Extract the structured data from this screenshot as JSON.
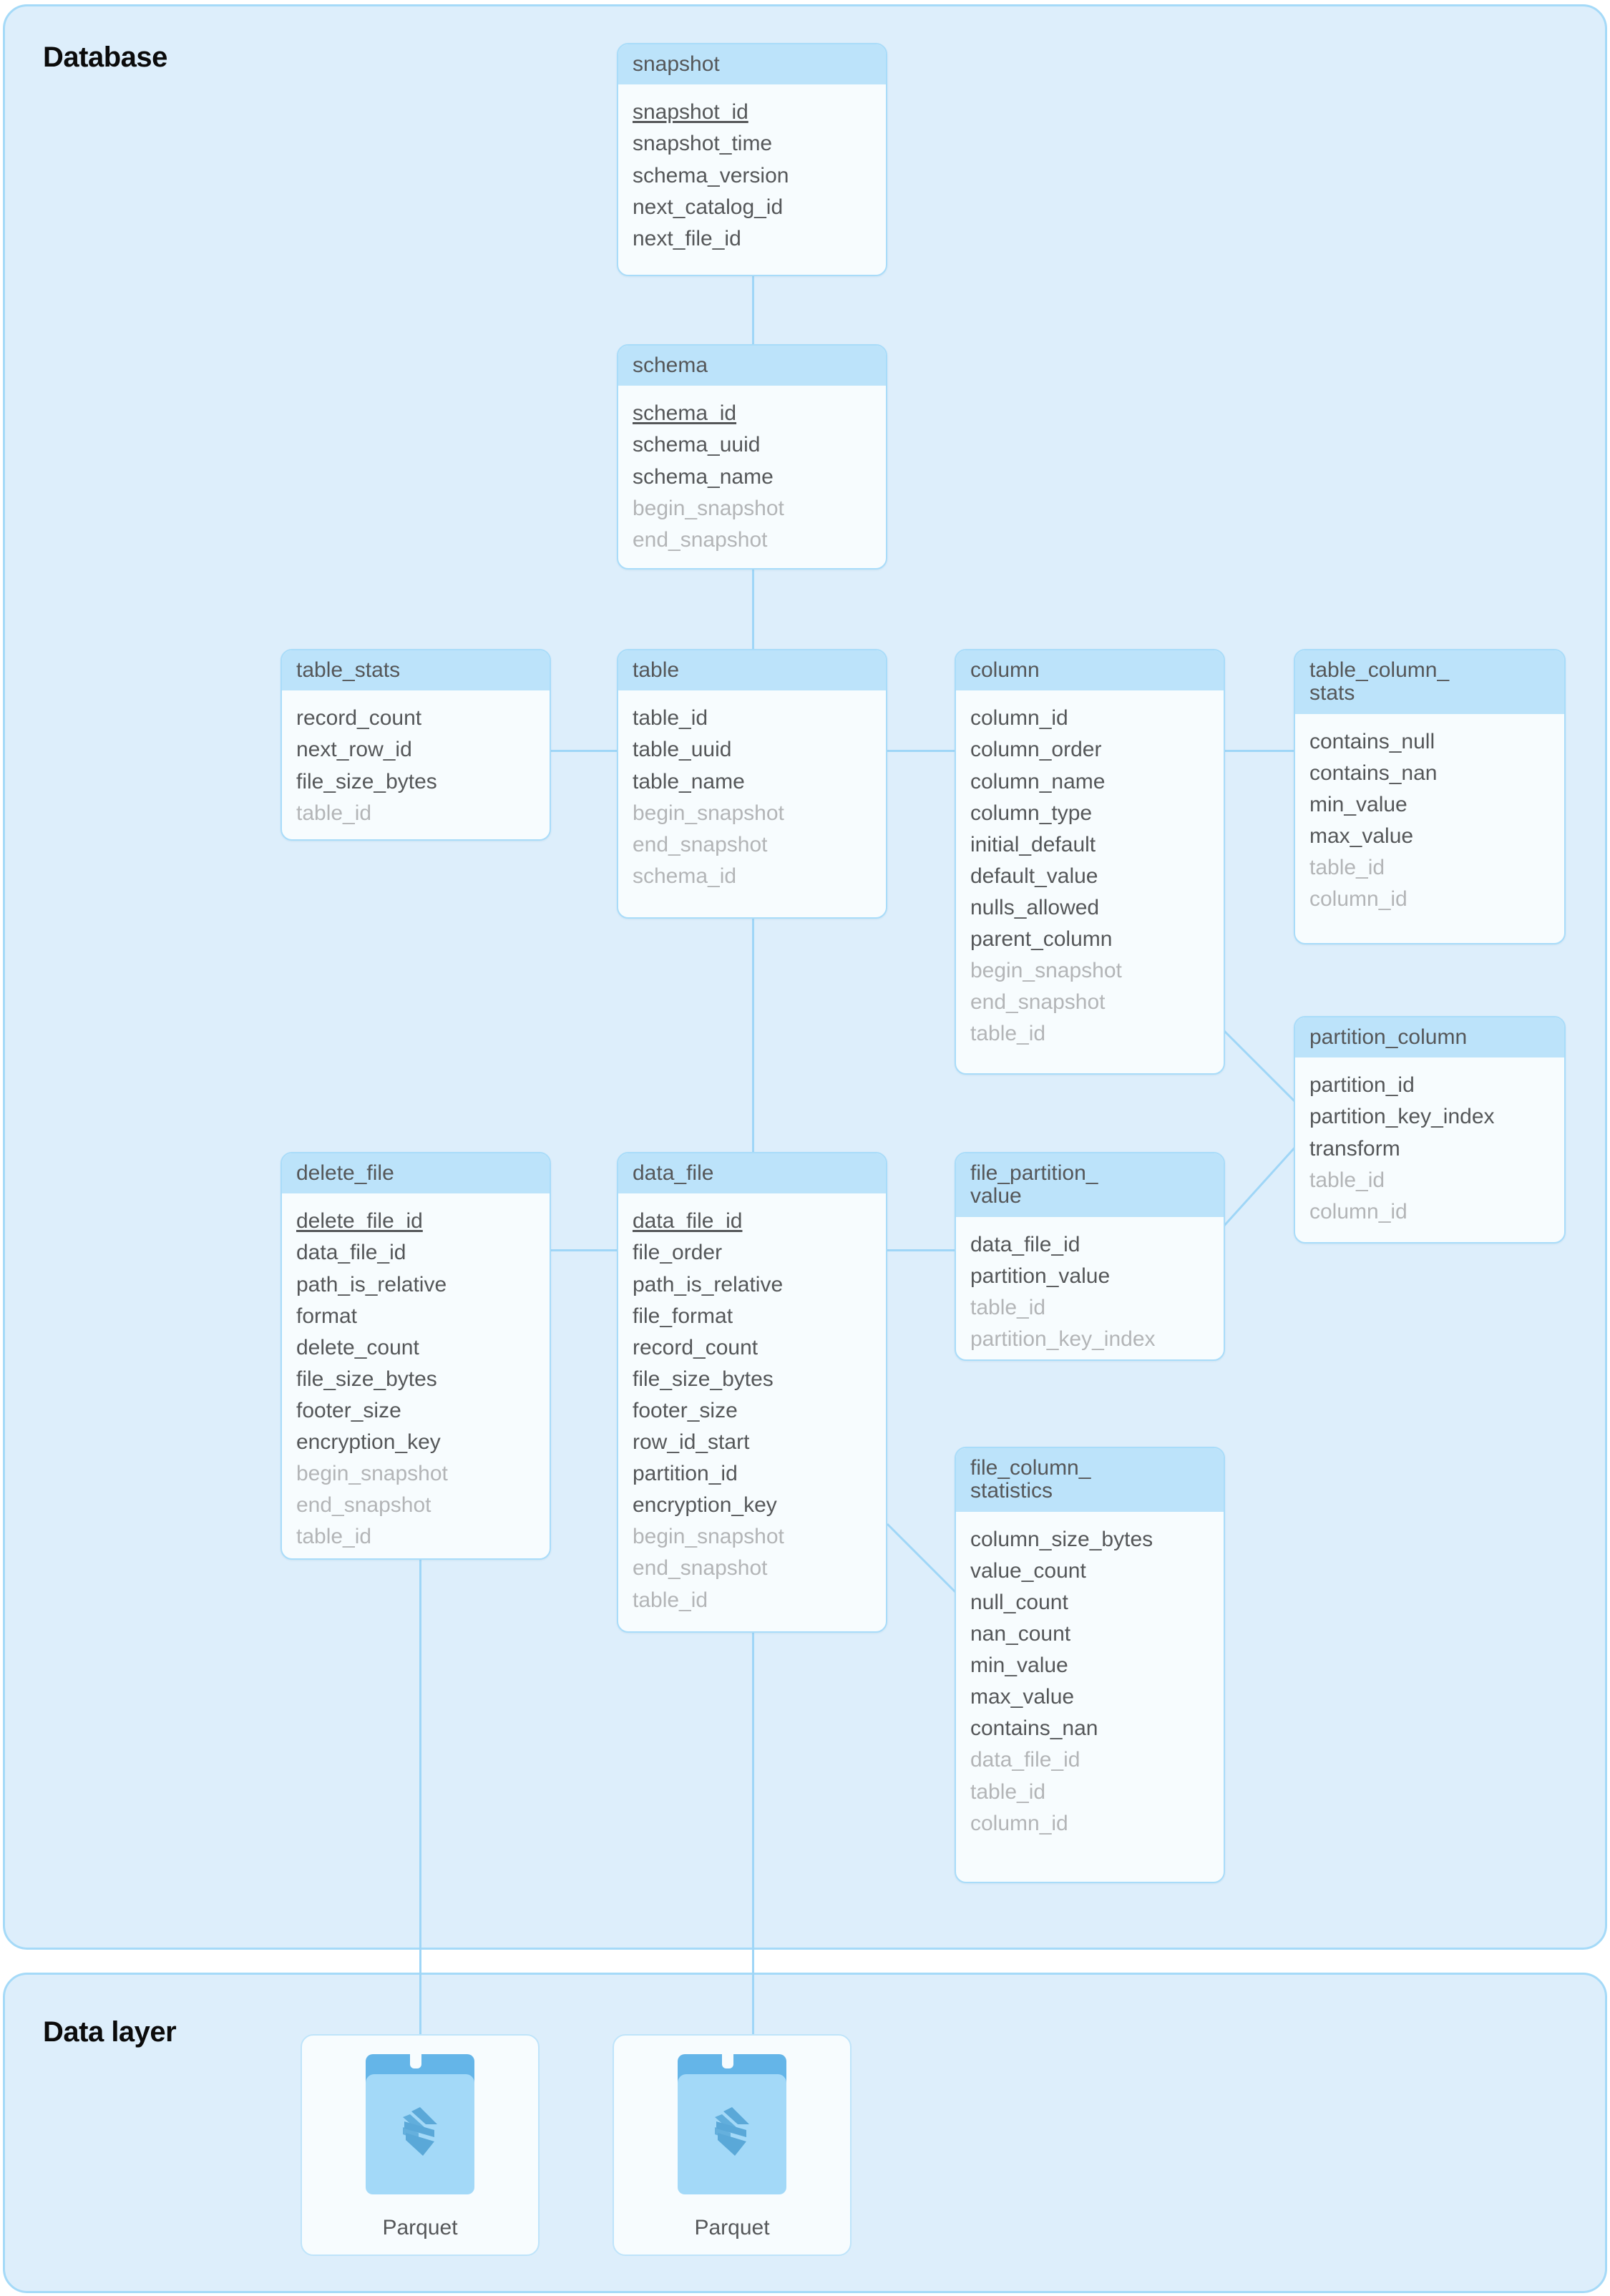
{
  "diagram": {
    "type": "entity-relationship",
    "groups": [
      {
        "id": "database",
        "title": "Database"
      },
      {
        "id": "datalayer",
        "title": "Data layer"
      }
    ]
  },
  "entities": {
    "snapshot": {
      "name": "snapshot",
      "fields": [
        {
          "label": "snapshot_id",
          "kind": "pk"
        },
        {
          "label": "snapshot_time",
          "kind": "attr"
        },
        {
          "label": "schema_version",
          "kind": "attr"
        },
        {
          "label": "next_catalog_id",
          "kind": "attr"
        },
        {
          "label": "next_file_id",
          "kind": "attr"
        }
      ]
    },
    "schema": {
      "name": "schema",
      "fields": [
        {
          "label": "schema_id",
          "kind": "pk"
        },
        {
          "label": "schema_uuid",
          "kind": "attr"
        },
        {
          "label": "schema_name",
          "kind": "attr"
        },
        {
          "label": "begin_snapshot",
          "kind": "fk"
        },
        {
          "label": "end_snapshot",
          "kind": "fk"
        }
      ]
    },
    "table_stats": {
      "name": "table_stats",
      "fields": [
        {
          "label": "record_count",
          "kind": "attr"
        },
        {
          "label": "next_row_id",
          "kind": "attr"
        },
        {
          "label": "file_size_bytes",
          "kind": "attr"
        },
        {
          "label": "table_id",
          "kind": "fk"
        }
      ]
    },
    "table": {
      "name": "table",
      "fields": [
        {
          "label": "table_id",
          "kind": "attr"
        },
        {
          "label": "table_uuid",
          "kind": "attr"
        },
        {
          "label": "table_name",
          "kind": "attr"
        },
        {
          "label": "begin_snapshot",
          "kind": "fk"
        },
        {
          "label": "end_snapshot",
          "kind": "fk"
        },
        {
          "label": "schema_id",
          "kind": "fk"
        }
      ]
    },
    "column": {
      "name": "column",
      "fields": [
        {
          "label": "column_id",
          "kind": "attr"
        },
        {
          "label": "column_order",
          "kind": "attr"
        },
        {
          "label": "column_name",
          "kind": "attr"
        },
        {
          "label": "column_type",
          "kind": "attr"
        },
        {
          "label": "initial_default",
          "kind": "attr"
        },
        {
          "label": "default_value",
          "kind": "attr"
        },
        {
          "label": "nulls_allowed",
          "kind": "attr"
        },
        {
          "label": "parent_column",
          "kind": "attr"
        },
        {
          "label": "begin_snapshot",
          "kind": "fk"
        },
        {
          "label": "end_snapshot",
          "kind": "fk"
        },
        {
          "label": "table_id",
          "kind": "fk"
        }
      ]
    },
    "table_column_stats": {
      "name": "table_column_\nstats",
      "fields": [
        {
          "label": "contains_null",
          "kind": "attr"
        },
        {
          "label": "contains_nan",
          "kind": "attr"
        },
        {
          "label": "min_value",
          "kind": "attr"
        },
        {
          "label": "max_value",
          "kind": "attr"
        },
        {
          "label": "table_id",
          "kind": "fk"
        },
        {
          "label": "column_id",
          "kind": "fk"
        }
      ]
    },
    "partition_column": {
      "name": "partition_column",
      "fields": [
        {
          "label": "partition_id",
          "kind": "attr"
        },
        {
          "label": "partition_key_index",
          "kind": "attr"
        },
        {
          "label": "transform",
          "kind": "attr"
        },
        {
          "label": "table_id",
          "kind": "fk"
        },
        {
          "label": "column_id",
          "kind": "fk"
        }
      ]
    },
    "delete_file": {
      "name": "delete_file",
      "fields": [
        {
          "label": "delete_file_id",
          "kind": "pk"
        },
        {
          "label": "data_file_id",
          "kind": "attr"
        },
        {
          "label": "path_is_relative",
          "kind": "attr"
        },
        {
          "label": "format",
          "kind": "attr"
        },
        {
          "label": "delete_count",
          "kind": "attr"
        },
        {
          "label": "file_size_bytes",
          "kind": "attr"
        },
        {
          "label": "footer_size",
          "kind": "attr"
        },
        {
          "label": "encryption_key",
          "kind": "attr"
        },
        {
          "label": "begin_snapshot",
          "kind": "fk"
        },
        {
          "label": "end_snapshot",
          "kind": "fk"
        },
        {
          "label": "table_id",
          "kind": "fk"
        }
      ]
    },
    "data_file": {
      "name": "data_file",
      "fields": [
        {
          "label": "data_file_id",
          "kind": "pk"
        },
        {
          "label": "file_order",
          "kind": "attr"
        },
        {
          "label": "path_is_relative",
          "kind": "attr"
        },
        {
          "label": "file_format",
          "kind": "attr"
        },
        {
          "label": "record_count",
          "kind": "attr"
        },
        {
          "label": "file_size_bytes",
          "kind": "attr"
        },
        {
          "label": "footer_size",
          "kind": "attr"
        },
        {
          "label": "row_id_start",
          "kind": "attr"
        },
        {
          "label": "partition_id",
          "kind": "attr"
        },
        {
          "label": "encryption_key",
          "kind": "attr"
        },
        {
          "label": "begin_snapshot",
          "kind": "fk"
        },
        {
          "label": "end_snapshot",
          "kind": "fk"
        },
        {
          "label": "table_id",
          "kind": "fk"
        }
      ]
    },
    "file_partition_value": {
      "name": "file_partition_\nvalue",
      "fields": [
        {
          "label": "data_file_id",
          "kind": "attr"
        },
        {
          "label": "partition_value",
          "kind": "attr"
        },
        {
          "label": "table_id",
          "kind": "fk"
        },
        {
          "label": "partition_key_index",
          "kind": "fk"
        }
      ]
    },
    "file_column_statistics": {
      "name": "file_column_\nstatistics",
      "fields": [
        {
          "label": "column_size_bytes",
          "kind": "attr"
        },
        {
          "label": "value_count",
          "kind": "attr"
        },
        {
          "label": "null_count",
          "kind": "attr"
        },
        {
          "label": "nan_count",
          "kind": "attr"
        },
        {
          "label": "min_value",
          "kind": "attr"
        },
        {
          "label": "max_value",
          "kind": "attr"
        },
        {
          "label": "contains_nan",
          "kind": "attr"
        },
        {
          "label": "data_file_id",
          "kind": "fk"
        },
        {
          "label": "table_id",
          "kind": "fk"
        },
        {
          "label": "column_id",
          "kind": "fk"
        }
      ]
    }
  },
  "data_layer": {
    "files": [
      {
        "label": "Parquet",
        "icon": "parquet-folder-icon"
      },
      {
        "label": "Parquet",
        "icon": "parquet-folder-icon"
      }
    ]
  },
  "colors": {
    "group_bg": "#ddeefb",
    "group_border": "#a5daf8",
    "entity_bg": "#f7fcfe",
    "entity_header_bg": "#bce3fa",
    "entity_border": "#a9dcf9",
    "edge": "#9fd6f7",
    "text": "#555759",
    "text_muted": "#b3b5b7",
    "title": "#0b0b0b",
    "folder_tab": "#64b5e8",
    "folder_front": "#a3d9f8"
  }
}
